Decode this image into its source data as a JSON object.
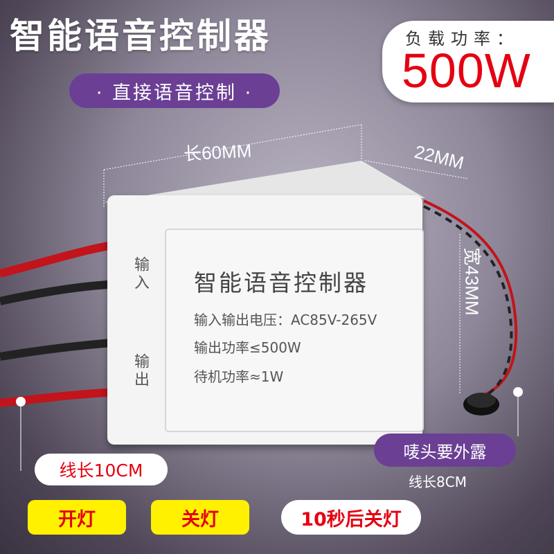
{
  "title": "智能语音控制器",
  "subtitle": "· 直接语音控制 ·",
  "load": {
    "label": "负载功率：",
    "value": "500W"
  },
  "dimensions": {
    "length": "长60MM",
    "depth": "22MM",
    "width": "宽43MM"
  },
  "device_label": {
    "title": "智能语音控制器",
    "voltage": "输入输出电压：AC85V-265V",
    "output_power": "输出功率≤500W",
    "standby_power": "待机功率≈1W",
    "side_input": "输入",
    "side_output": "输出"
  },
  "wire": {
    "length_label": "线长10CM"
  },
  "mic": {
    "notice": "唛头要外露",
    "length_label": "线长8CM"
  },
  "modes": [
    "开灯",
    "关灯",
    "10秒后关灯"
  ],
  "colors": {
    "accent_red": "#e50012",
    "purple": "#6b3f94",
    "yellow": "#fff100"
  }
}
